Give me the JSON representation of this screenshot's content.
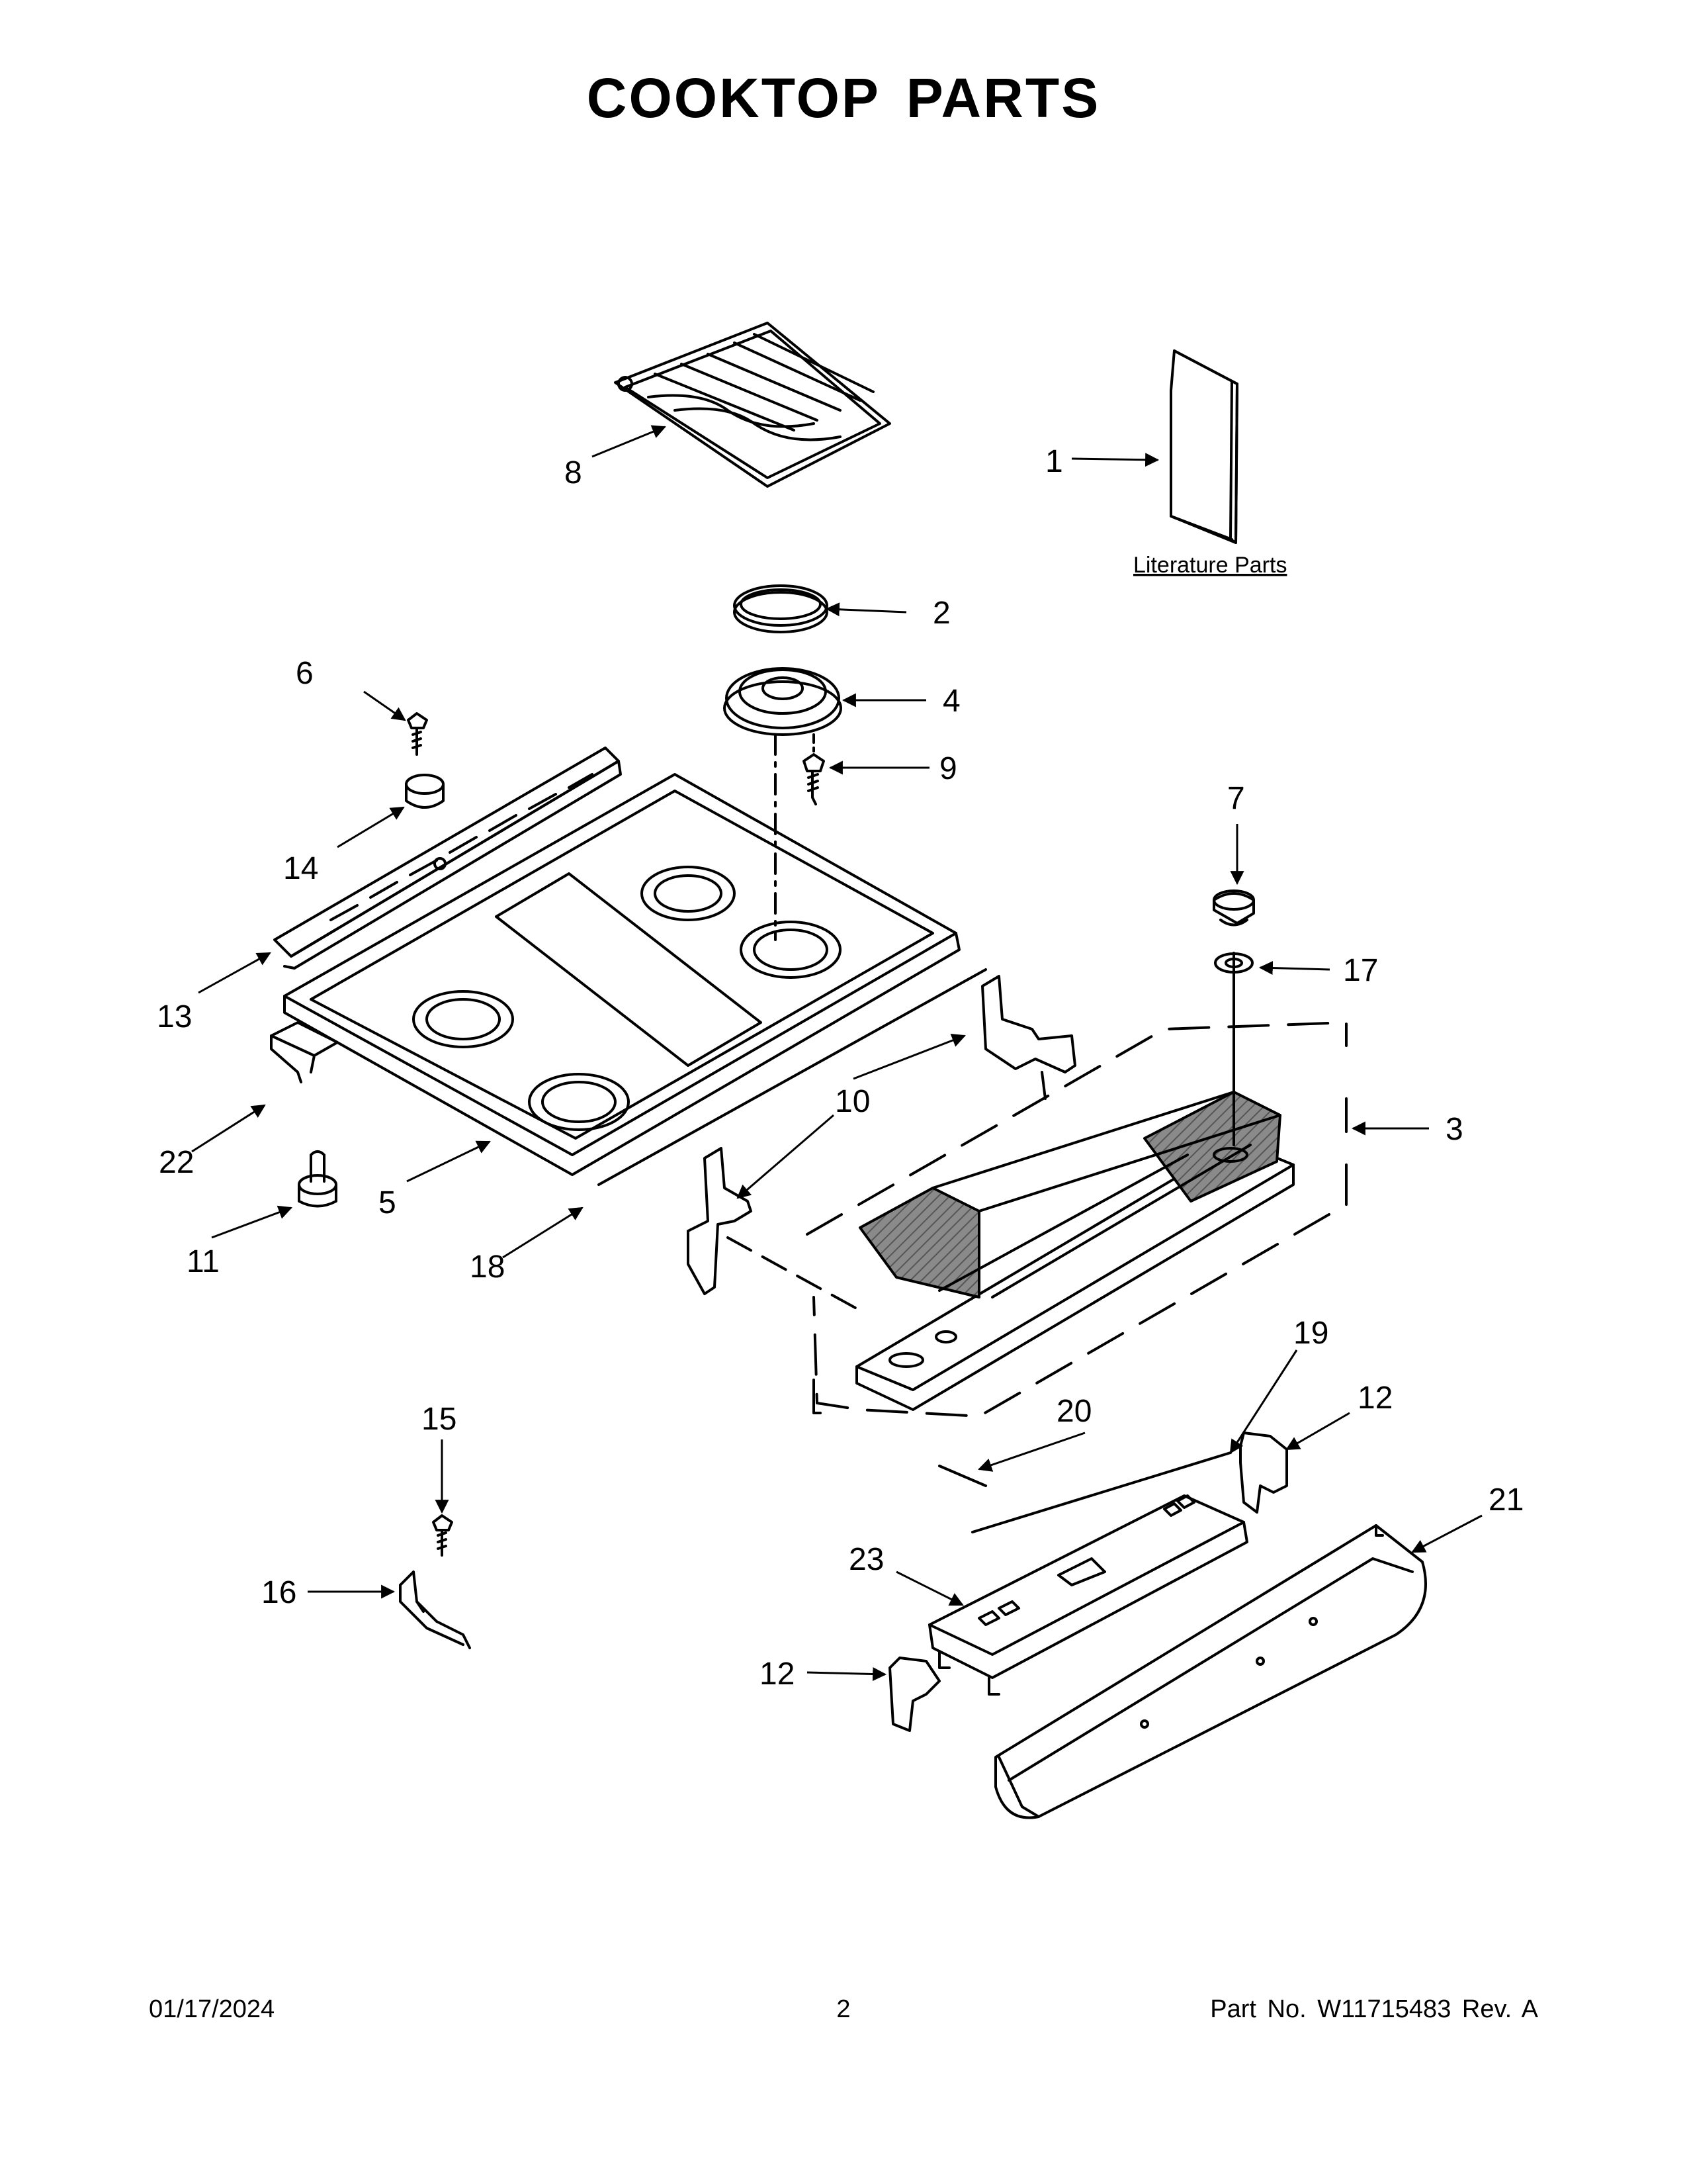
{
  "title": "COOKTOP PARTS",
  "literature_link": "Literature Parts",
  "callouts": {
    "c1": "1",
    "c2": "2",
    "c3": "3",
    "c4": "4",
    "c5": "5",
    "c6": "6",
    "c7": "7",
    "c8": "8",
    "c9": "9",
    "c10a": "10",
    "c11": "11",
    "c12a": "12",
    "c12b": "12",
    "c13": "13",
    "c14": "14",
    "c15": "15",
    "c16": "16",
    "c17": "17",
    "c18": "18",
    "c19": "19",
    "c20": "20",
    "c21": "21",
    "c22": "22",
    "c23": "23"
  },
  "footer": {
    "date": "01/17/2024",
    "page": "2",
    "part_no": "Part No.  W11715483  Rev.  A"
  }
}
